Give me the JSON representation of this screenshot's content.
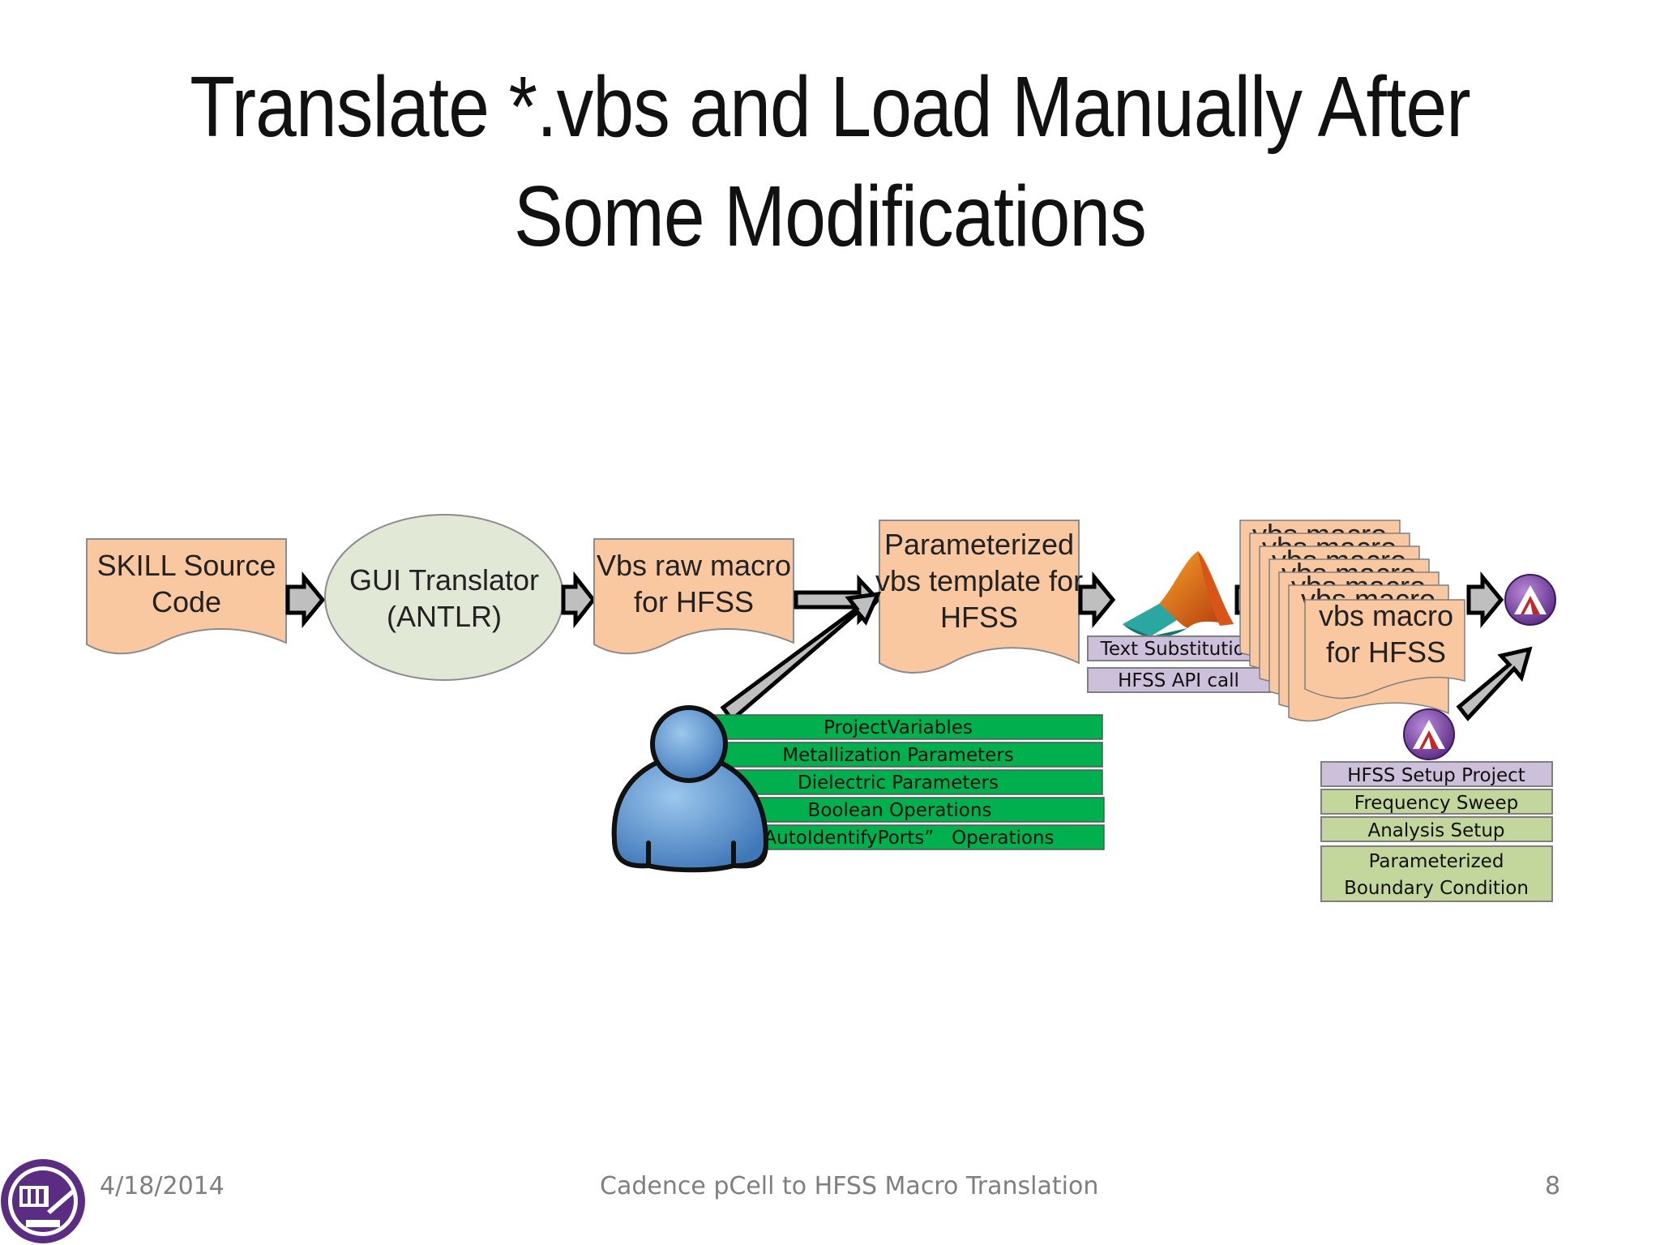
{
  "slide": {
    "title_line1": "Translate *.vbs and Load Manually After",
    "title_line2": "Some Modifications"
  },
  "nodes": {
    "skill": {
      "line1": "SKILL Source",
      "line2": "Code"
    },
    "gui": {
      "line1": "GUI Translator",
      "line2": "(ANTLR)"
    },
    "vbs_raw": {
      "line1": "Vbs raw macro",
      "line2": "for HFSS"
    },
    "template": {
      "line1": "Parameterized",
      "line2": "vbs template for",
      "line3": "HFSS"
    },
    "stack_top": "vbs macro",
    "macro": {
      "line1": "vbs macro",
      "line2": "for HFSS"
    }
  },
  "matlab_labels": [
    "Text Substitution",
    "HFSS API call"
  ],
  "user_params": [
    "ProjectVariables",
    "Metallization Parameters",
    "Dielectric Parameters",
    "Boolean Operations",
    "“AutoIdentifyPorts”   Operations"
  ],
  "hfss_setup": [
    "HFSS Setup Project",
    "Frequency Sweep",
    "Analysis Setup"
  ],
  "hfss_boundary": {
    "line1": "Parameterized",
    "line2": "Boundary Condition"
  },
  "footer": {
    "date": "4/18/2014",
    "center": "Cadence pCell to HFSS Macro Translation",
    "page": "8"
  },
  "icons": [
    "university-seal-icon",
    "matlab-logo-icon",
    "hfss-logo-icon",
    "user-icon"
  ],
  "colors": {
    "doc_fill": "#fac8a0",
    "ellipse_fill": "#e2e8d6",
    "green_bar": "#00b04f",
    "lavender": "#ccc0da",
    "light_green": "#c3d69b",
    "arrow_fill": "#bfbfbf"
  }
}
